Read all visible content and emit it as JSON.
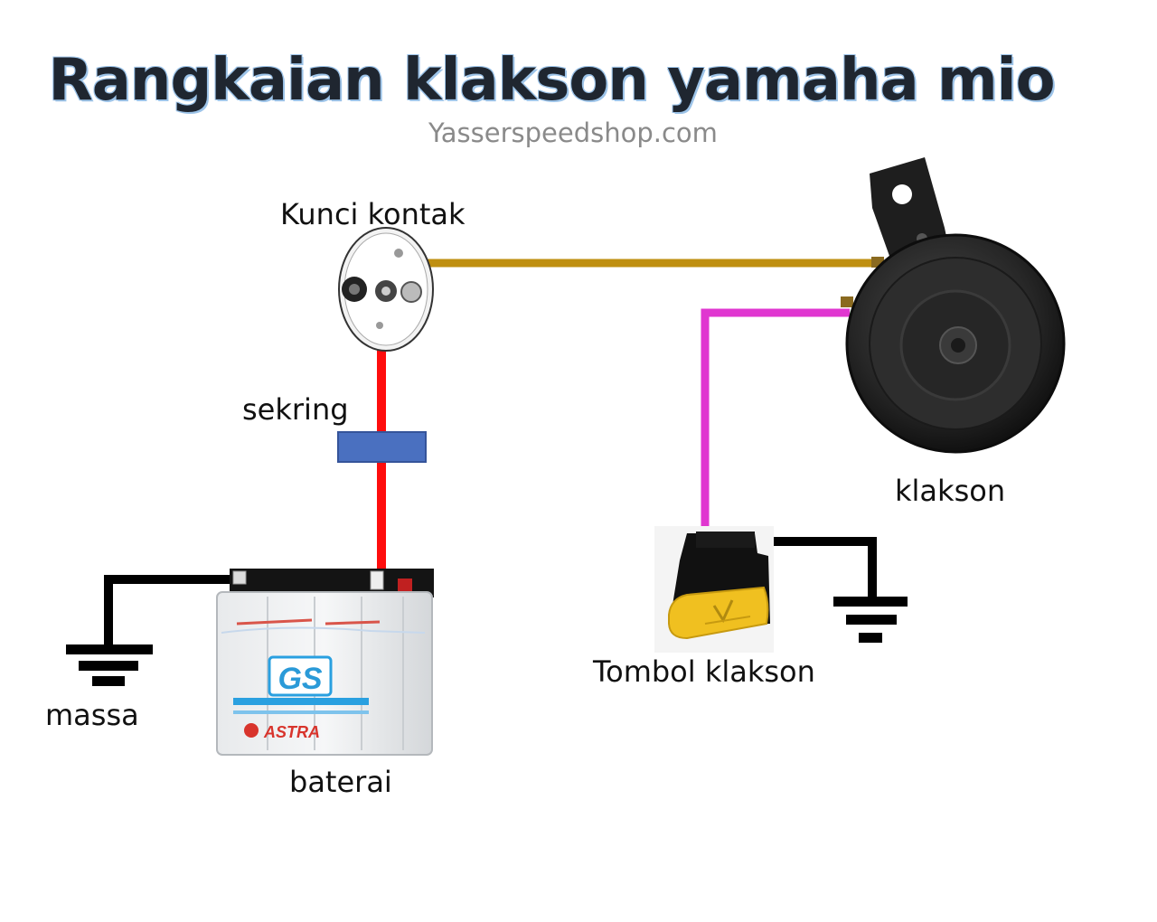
{
  "diagram": {
    "title": "Rangkaian klakson yamaha mio",
    "subtitle": "Yasserspeedshop.com",
    "labels": {
      "ignition": "Kunci kontak",
      "fuse": "sekring",
      "horn": "klakson",
      "button": "Tombol klakson",
      "ground": "massa",
      "battery": "baterai"
    },
    "battery_marks": {
      "brand": "GS",
      "maker": "ASTRA"
    },
    "colors": {
      "ignition_to_horn_wire": "#bf8f10",
      "battery_to_ignition_wire": "#ff0d0d",
      "horn_to_button_wire": "#e036d0",
      "ground_wire": "#000000",
      "fuse": "#4a70c0",
      "button_cap": "#f0c020"
    },
    "icons": [
      "ignition-switch-icon",
      "fuse-icon",
      "horn-icon",
      "battery-icon",
      "push-button-icon",
      "ground-symbol-icon"
    ]
  }
}
